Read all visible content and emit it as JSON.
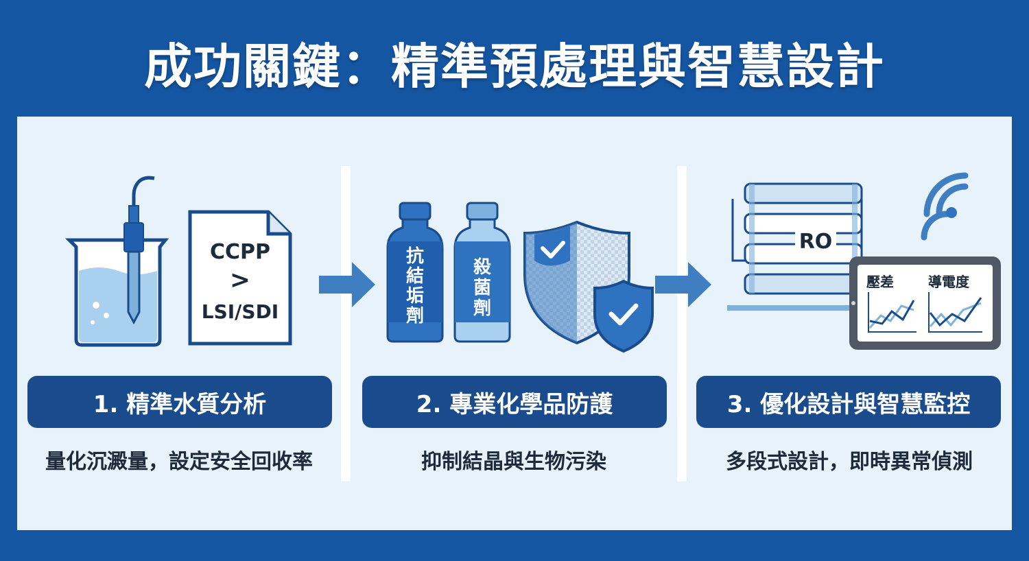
{
  "title": "成功關鍵：精準預處理與智慧設計",
  "colors": {
    "frame": "#1556a3",
    "panel": "#e7f2fa",
    "pill": "#1a4c8d",
    "accent": "#3f7fc1"
  },
  "steps": [
    {
      "title": "1. 精準水質分析",
      "subtitle": "量化沉澱量，設定安全回收率",
      "doc_lines": [
        "CCPP",
        ">",
        "LSI/SDI"
      ],
      "icons": [
        "beaker-probe-icon",
        "document-icon"
      ]
    },
    {
      "title": "2. 專業化學品防護",
      "subtitle": "抑制結晶與生物污染",
      "bottle1": [
        "抗",
        "結",
        "垢",
        "劑"
      ],
      "bottle2": [
        "殺",
        "菌",
        "劑"
      ],
      "icons": [
        "bottle-icon",
        "shield-check-icon"
      ]
    },
    {
      "title": "3. 優化設計與智慧監控",
      "subtitle": "多段式設計，即時異常偵測",
      "ro_label": "RO",
      "tablet_labels": [
        "壓差",
        "導電度"
      ],
      "icons": [
        "ro-system-icon",
        "wifi-icon",
        "tablet-chart-icon"
      ]
    }
  ]
}
